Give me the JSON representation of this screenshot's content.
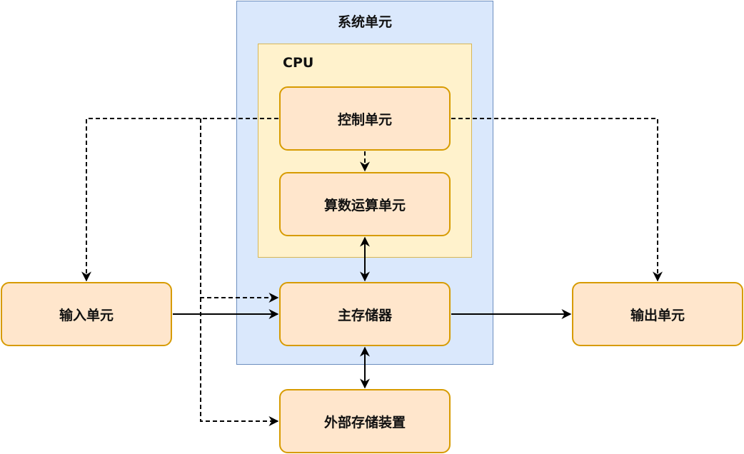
{
  "diagram": {
    "containers": {
      "system": {
        "label": "系统单元"
      },
      "cpu": {
        "label": "CPU"
      }
    },
    "nodes": {
      "control": {
        "label": "控制单元"
      },
      "alu": {
        "label": "算数运算单元"
      },
      "memory": {
        "label": "主存储器"
      },
      "input": {
        "label": "输入单元"
      },
      "output": {
        "label": "输出单元"
      },
      "storage": {
        "label": "外部存储装置"
      }
    },
    "edges": [
      {
        "from": "控制单元",
        "to": "算数运算单元",
        "style": "dashed",
        "kind": "control"
      },
      {
        "from": "控制单元",
        "to": "输入单元",
        "style": "dashed",
        "kind": "control"
      },
      {
        "from": "控制单元",
        "to": "输出单元",
        "style": "dashed",
        "kind": "control"
      },
      {
        "from": "控制单元",
        "to": "主存储器",
        "style": "dashed",
        "kind": "control"
      },
      {
        "from": "控制单元",
        "to": "外部存储装置",
        "style": "dashed",
        "kind": "control"
      },
      {
        "from": "算数运算单元",
        "to": "主存储器",
        "style": "solid",
        "kind": "bidirectional"
      },
      {
        "from": "输入单元",
        "to": "主存储器",
        "style": "solid",
        "kind": "data"
      },
      {
        "from": "主存储器",
        "to": "输出单元",
        "style": "solid",
        "kind": "data"
      },
      {
        "from": "主存储器",
        "to": "外部存储装置",
        "style": "solid",
        "kind": "bidirectional"
      }
    ],
    "colors": {
      "system_fill": "#dae8fc",
      "system_stroke": "#6c8ebf",
      "cpu_fill": "#fff2cc",
      "cpu_stroke": "#d6b656",
      "node_fill": "#ffe6cc",
      "node_stroke": "#d79b00"
    }
  }
}
